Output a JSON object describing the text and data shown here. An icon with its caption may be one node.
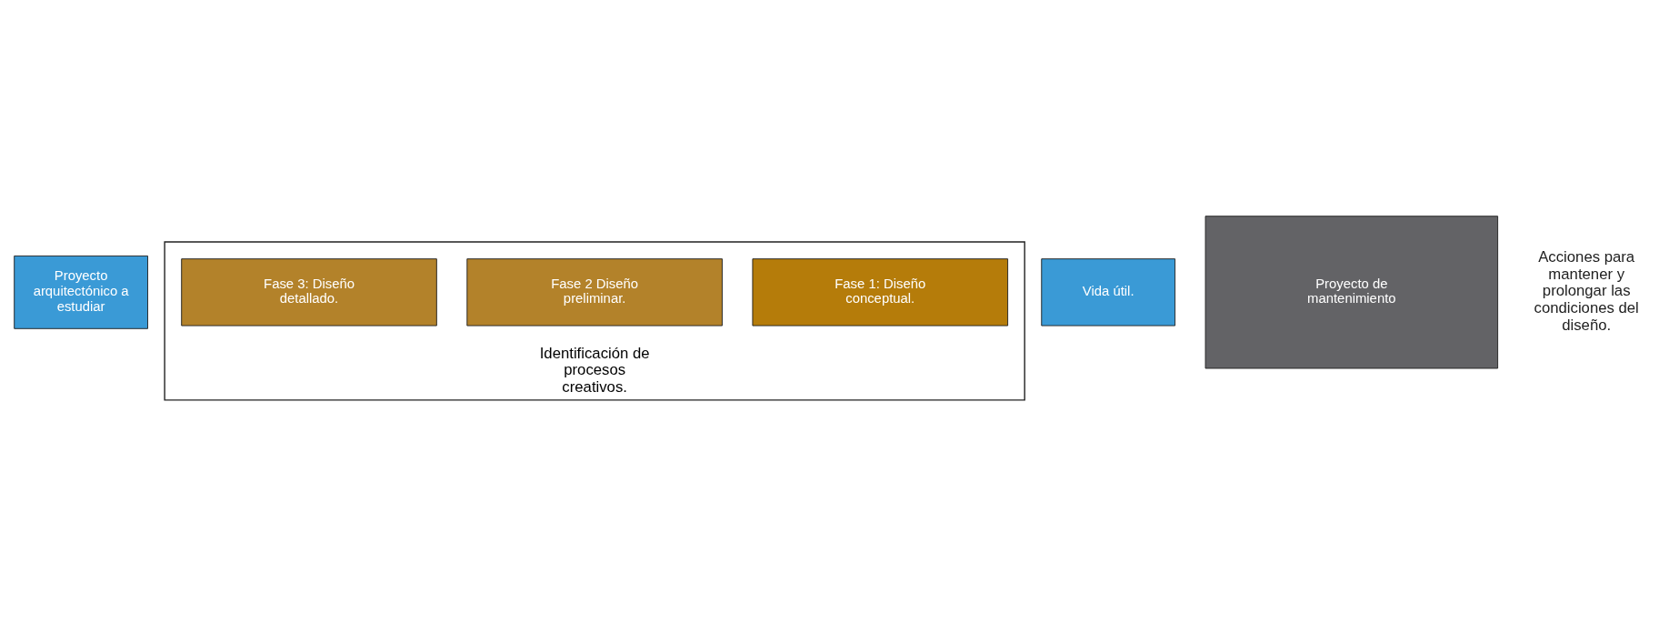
{
  "diagram": {
    "nodes": [
      {
        "text": [
          "Proyecto arquitectónico a estudiar"
        ]
      },
      {
        "text": [
          "Identificación de procesos creativos."
        ]
      },
      {
        "text": [
          "Fase 1: Diseño conceptual."
        ],
        "in": 1
      },
      {
        "text": [
          "Fase 2 Diseño preliminar."
        ],
        "in": 1
      },
      {
        "text": [
          "Fase 3: Diseño detallado."
        ],
        "in": 1
      },
      {
        "text": [
          "Vida útil."
        ]
      },
      {
        "text": [
          "Proyecto de mantenimiento"
        ]
      }
    ],
    "edges": [],
    "labels": [
      "Acciones para mantener y prolongar las condiciones del diseño."
    ]
  }
}
